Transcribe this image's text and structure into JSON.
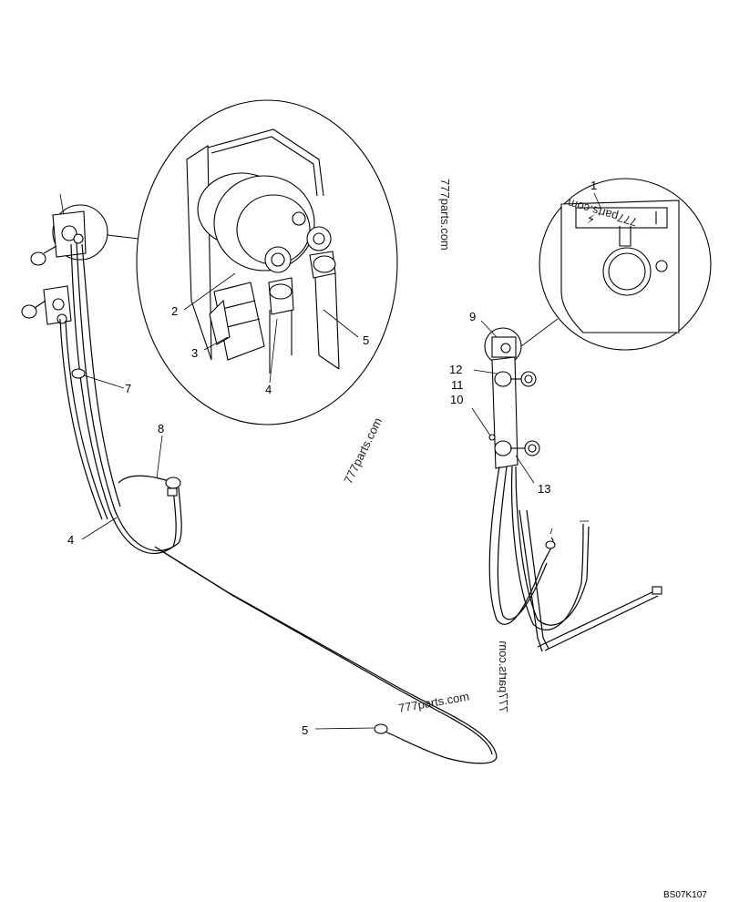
{
  "watermarks": [
    "777parts.com",
    "777parts.com",
    "777parts.com",
    "777parts.com",
    "777parts.com"
  ],
  "callouts": {
    "c1": "1",
    "c2": "2",
    "c3": "3",
    "c4a": "4",
    "c5a": "5",
    "c7": "7",
    "c8": "8",
    "c4b": "4",
    "c5b": "5",
    "c9": "9",
    "c12": "12",
    "c11": "11",
    "c10": "10",
    "c13": "13"
  },
  "reference_code": "BS07K107"
}
